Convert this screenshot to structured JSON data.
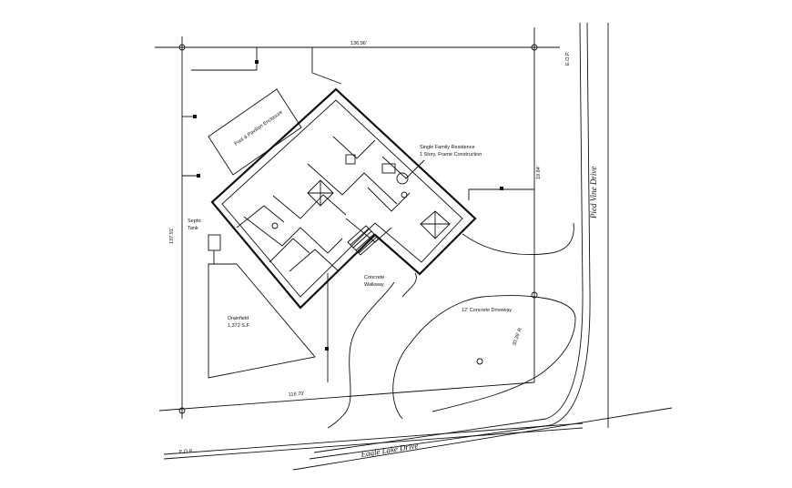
{
  "dimensions": {
    "top": "136.96'",
    "left": "137.91'",
    "bottom": "116.70'",
    "right_upper": "19.84'",
    "right_lower": "30.39' R."
  },
  "labels": {
    "eop_top": "E.O.P.",
    "eop_bottom": "E.O.P.",
    "pool_enclosure": "Pool & Pavilion Enclosure",
    "residence_line1": "Single Family Residence",
    "residence_line2": "1 Story, Frame Construction",
    "septic_line1": "Septic",
    "septic_line2": "Tank",
    "drainfield_line1": "Drainfield",
    "drainfield_line2": "1,372 S.F.",
    "walkway_line1": "Concrete",
    "walkway_line2": "Walkway",
    "driveway": "12' Concrete Driveway"
  },
  "streets": {
    "east": "Pied Vine Drive",
    "south": "Eagle Lake Drive"
  }
}
